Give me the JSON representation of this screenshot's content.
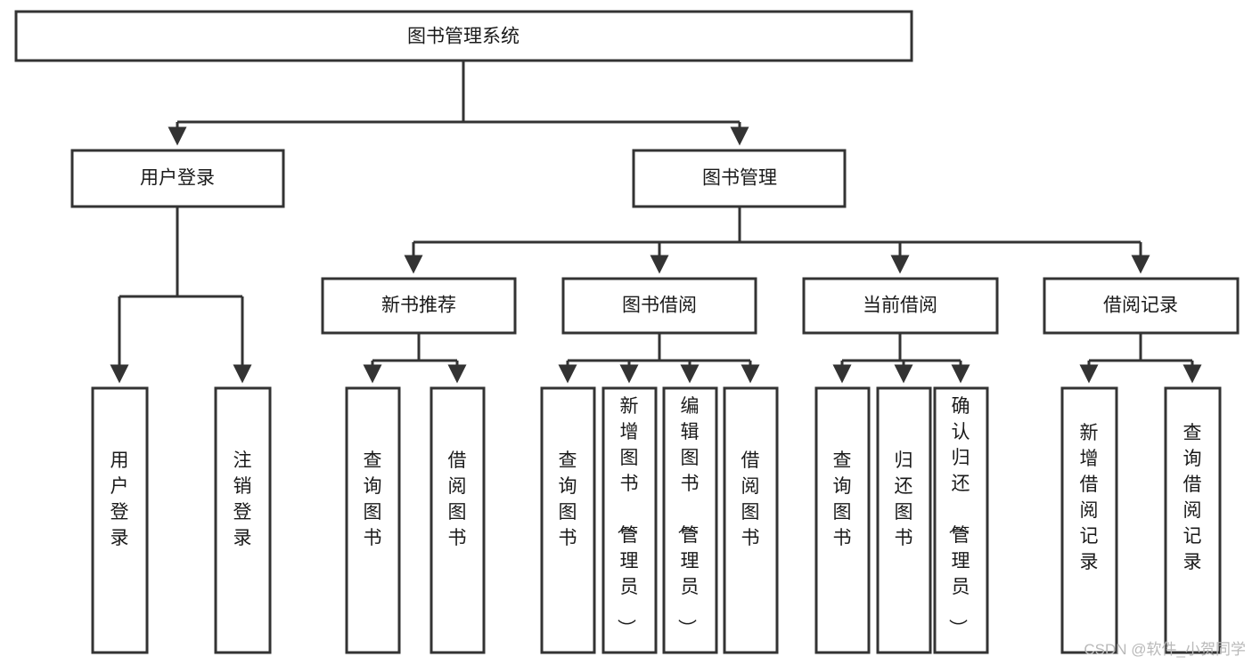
{
  "diagram": {
    "type": "tree",
    "title": "图书管理系统",
    "orientation": "top-down",
    "root": {
      "id": "root",
      "label": "图书管理系统",
      "text_orientation": "horizontal"
    },
    "level2": [
      {
        "id": "user-login",
        "label": "用户登录",
        "text_orientation": "horizontal"
      },
      {
        "id": "book-management",
        "label": "图书管理",
        "text_orientation": "horizontal"
      }
    ],
    "level3": [
      {
        "id": "new-book-recommend",
        "label": "新书推荐",
        "parent": "book-management",
        "text_orientation": "horizontal"
      },
      {
        "id": "book-borrow",
        "label": "图书借阅",
        "parent": "book-management",
        "text_orientation": "horizontal"
      },
      {
        "id": "current-borrow",
        "label": "当前借阅",
        "parent": "book-management",
        "text_orientation": "horizontal"
      },
      {
        "id": "borrow-record",
        "label": "借阅记录",
        "parent": "book-management",
        "text_orientation": "horizontal"
      }
    ],
    "leaves": [
      {
        "id": "leaf-user-login",
        "label": "用户登录",
        "parent": "user-login",
        "text_orientation": "vertical"
      },
      {
        "id": "leaf-logout",
        "label": "注销登录",
        "parent": "user-login",
        "text_orientation": "vertical"
      },
      {
        "id": "leaf-query-book-1",
        "label": "查询图书",
        "parent": "new-book-recommend",
        "text_orientation": "vertical"
      },
      {
        "id": "leaf-borrow-book-1",
        "label": "借阅图书",
        "parent": "new-book-recommend",
        "text_orientation": "vertical"
      },
      {
        "id": "leaf-query-book-2",
        "label": "查询图书",
        "parent": "book-borrow",
        "text_orientation": "vertical"
      },
      {
        "id": "leaf-add-book",
        "label": "新增图书（管理员）",
        "parent": "book-borrow",
        "text_orientation": "vertical"
      },
      {
        "id": "leaf-edit-book",
        "label": "编辑图书（管理员）",
        "parent": "book-borrow",
        "text_orientation": "vertical"
      },
      {
        "id": "leaf-borrow-book-2",
        "label": "借阅图书",
        "parent": "book-borrow",
        "text_orientation": "vertical"
      },
      {
        "id": "leaf-query-book-3",
        "label": "查询图书",
        "parent": "current-borrow",
        "text_orientation": "vertical"
      },
      {
        "id": "leaf-return-book",
        "label": "归还图书",
        "parent": "current-borrow",
        "text_orientation": "vertical"
      },
      {
        "id": "leaf-confirm-return",
        "label": "确认归还（管理员）",
        "parent": "current-borrow",
        "text_orientation": "vertical"
      },
      {
        "id": "leaf-add-record",
        "label": "新增借阅记录",
        "parent": "borrow-record",
        "text_orientation": "vertical"
      },
      {
        "id": "leaf-query-record",
        "label": "查询借阅记录",
        "parent": "borrow-record",
        "text_orientation": "vertical"
      }
    ]
  },
  "watermark": {
    "text": "CSDN @软件_小贺同学"
  },
  "colors": {
    "box_stroke": "#333333",
    "box_fill": "#ffffff",
    "text": "#1a1a1a",
    "connector": "#333333",
    "background": "#ffffff",
    "watermark": "#b9b9b9"
  }
}
